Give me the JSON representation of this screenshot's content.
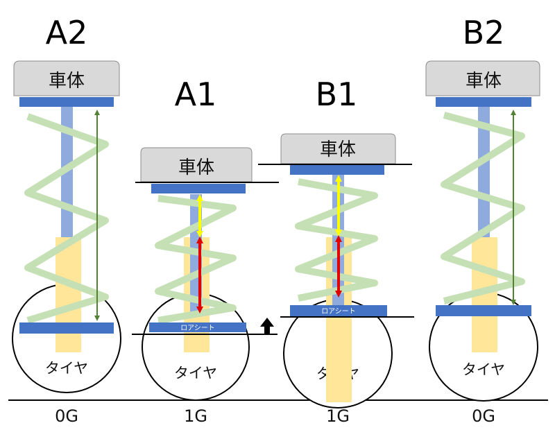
{
  "units": [
    {
      "id": "A2",
      "title": "A2",
      "body": "車体",
      "tire": "タイヤ",
      "g": "0G",
      "seat": ""
    },
    {
      "id": "A1",
      "title": "A1",
      "body": "車体",
      "tire": "タイヤ",
      "g": "1G",
      "seat": "ロアシート"
    },
    {
      "id": "B1",
      "title": "B1",
      "body": "車体",
      "tire": "タイヤ",
      "g": "1G",
      "seat": "ロアシート"
    },
    {
      "id": "B2",
      "title": "B2",
      "body": "車体",
      "tire": "タイヤ",
      "g": "0G",
      "seat": ""
    }
  ],
  "colors": {
    "body_fill": "#d9d9d9",
    "body_stroke": "#8c8c8c",
    "plate": "#4472c4",
    "spring": "#c5e0b4",
    "rod": "#8faadc",
    "damper": "#ffe699",
    "green_arrow": "#548235",
    "yellow_arrow": "#ffff00",
    "red_arrow": "#e00000",
    "ground": "#000000"
  }
}
